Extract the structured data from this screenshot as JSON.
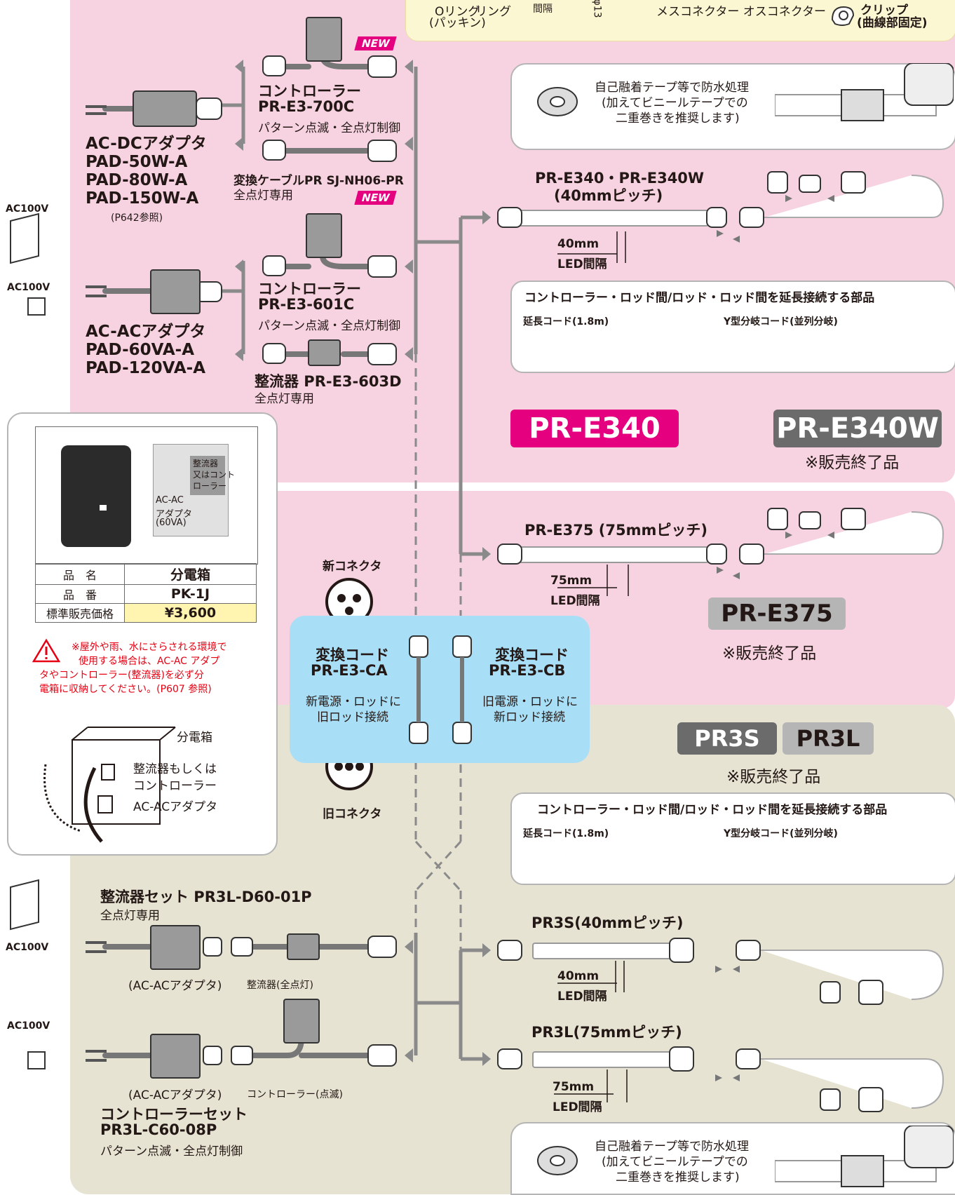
{
  "top_strip": {
    "oring": "Oリング",
    "gasket": "(パッキン)",
    "ring": "リング",
    "interval": "間隔",
    "phi": "φ13",
    "connectors": "メスコネクター オスコネクター",
    "clip": "クリップ",
    "clip_sub": "(曲線部固定)"
  },
  "ac100v": "AC100V",
  "new_badge": "NEW",
  "ac_dc": {
    "title": "AC-DCアダプタ",
    "models": [
      "PAD-50W-A",
      "PAD-80W-A",
      "PAD-150W-A"
    ],
    "ref": "(P642参照)"
  },
  "ac_ac": {
    "title": "AC-ACアダプタ",
    "models": [
      "PAD-60VA-A",
      "PAD-120VA-A"
    ]
  },
  "controller_700c": {
    "title": "コントローラー",
    "model": "PR-E3-700C",
    "desc": "パターン点滅・全点灯制御"
  },
  "conv_cable": {
    "title": "変換ケーブルPR SJ-NH06-PR",
    "desc": "全点灯専用"
  },
  "controller_601c": {
    "title": "コントローラー",
    "model": "PR-E3-601C",
    "desc": "パターン点滅・全点灯制御"
  },
  "rectifier_603d": {
    "title": "整流器 PR-E3-603D",
    "desc": "全点灯専用"
  },
  "tape_callout": {
    "lines": [
      "自己融着テープ等で防水処理",
      "(加えてビニールテープでの",
      "二重巻きを推奨します)"
    ]
  },
  "pr_e340": {
    "title": "PR-E340・PR-E340W",
    "pitch": "(40mmピッチ)",
    "spacing": "40mm",
    "led_interval": "LED間隔"
  },
  "ext_parts": {
    "title": "コントローラー・ロッド間/ロッド・ロッド間を延長接続する部品",
    "ext_cord": "延長コード(1.8m)",
    "y_cord": "Y型分岐コード(並列分岐)"
  },
  "badges": {
    "pr_e340": "PR-E340",
    "pr_e340w": "PR-E340W",
    "pr_e375": "PR-E375",
    "pr3s": "PR3S",
    "pr3l": "PR3L",
    "discontinued": "※販売終了品"
  },
  "pr_e375": {
    "title": "PR-E375 (75mmピッチ)",
    "spacing": "75mm",
    "led_interval": "LED間隔"
  },
  "connectors": {
    "new": "新コネクタ",
    "old": "旧コネクタ"
  },
  "conv_ca": {
    "title": "変換コード",
    "model": "PR-E3-CA",
    "desc1": "新電源・ロッドに",
    "desc2": "旧ロッド接続"
  },
  "conv_cb": {
    "title": "変換コード",
    "model": "PR-E3-CB",
    "desc1": "旧電源・ロッドに",
    "desc2": "新ロッド接続"
  },
  "box": {
    "photo_labels": [
      "整流器",
      "又はコント",
      "ローラー"
    ],
    "adapter_labels": [
      "AC-AC",
      "アダプタ",
      "(60VA)"
    ],
    "rows": [
      {
        "label": "品　名",
        "value": "分電箱"
      },
      {
        "label": "品　番",
        "value": "PK-1J"
      },
      {
        "label": "標準販売価格",
        "value": "¥3,600"
      }
    ],
    "warning_lines": [
      "※屋外や雨、水にさらされる環境で",
      "使用する場合は、AC-AC アダプ",
      "タやコントローラー(整流器)を必ず分",
      "電箱に収納してください。(P607 参照)"
    ],
    "diagram_labels": [
      "分電箱",
      "整流器もしくは",
      "コントローラー",
      "AC-ACアダプタ"
    ]
  },
  "rect_set": {
    "title": "整流器セット PR3L-D60-01P",
    "desc": "全点灯専用",
    "adapter": "(AC-ACアダプタ)",
    "rect": "整流器(全点灯)"
  },
  "ctrl_set": {
    "title": "コントローラーセット",
    "model": "PR3L-C60-08P",
    "desc": "パターン点滅・全点灯制御",
    "adapter": "(AC-ACアダプタ)",
    "ctrl": "コントローラー(点滅)"
  },
  "pr3s": {
    "title": "PR3S(40mmピッチ)",
    "spacing": "40mm",
    "led_interval": "LED間隔"
  },
  "pr3l": {
    "title": "PR3L(75mmピッチ)",
    "spacing": "75mm",
    "led_interval": "LED間隔"
  },
  "colors": {
    "pink": "#f7d3e2",
    "magenta": "#e4007f",
    "gray_badge": "#6b6b6b",
    "light_badge": "#b5b5b5",
    "blue": "#a9dff6",
    "beige": "#e7e3d2"
  }
}
